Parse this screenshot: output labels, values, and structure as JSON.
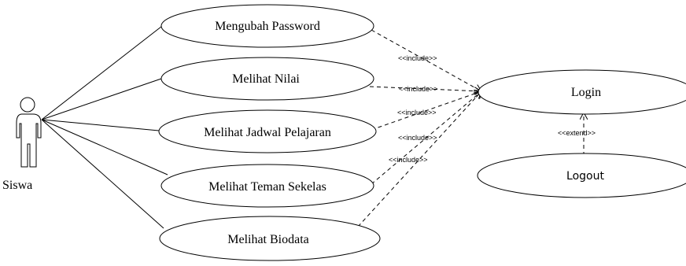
{
  "actor": {
    "name": "Siswa"
  },
  "use_cases": {
    "mengubah_password": "Mengubah Password",
    "melihat_nilai": "Melihat Nilai",
    "melihat_jadwal": "Melihat Jadwal Pelajaran",
    "melihat_teman": "Melihat Teman Sekelas",
    "melihat_biodata": "Melihat Biodata",
    "login": "Login",
    "logout": "Logout"
  },
  "relations": {
    "include_label": "<<include>>",
    "extend_label": "<<extend>>"
  }
}
